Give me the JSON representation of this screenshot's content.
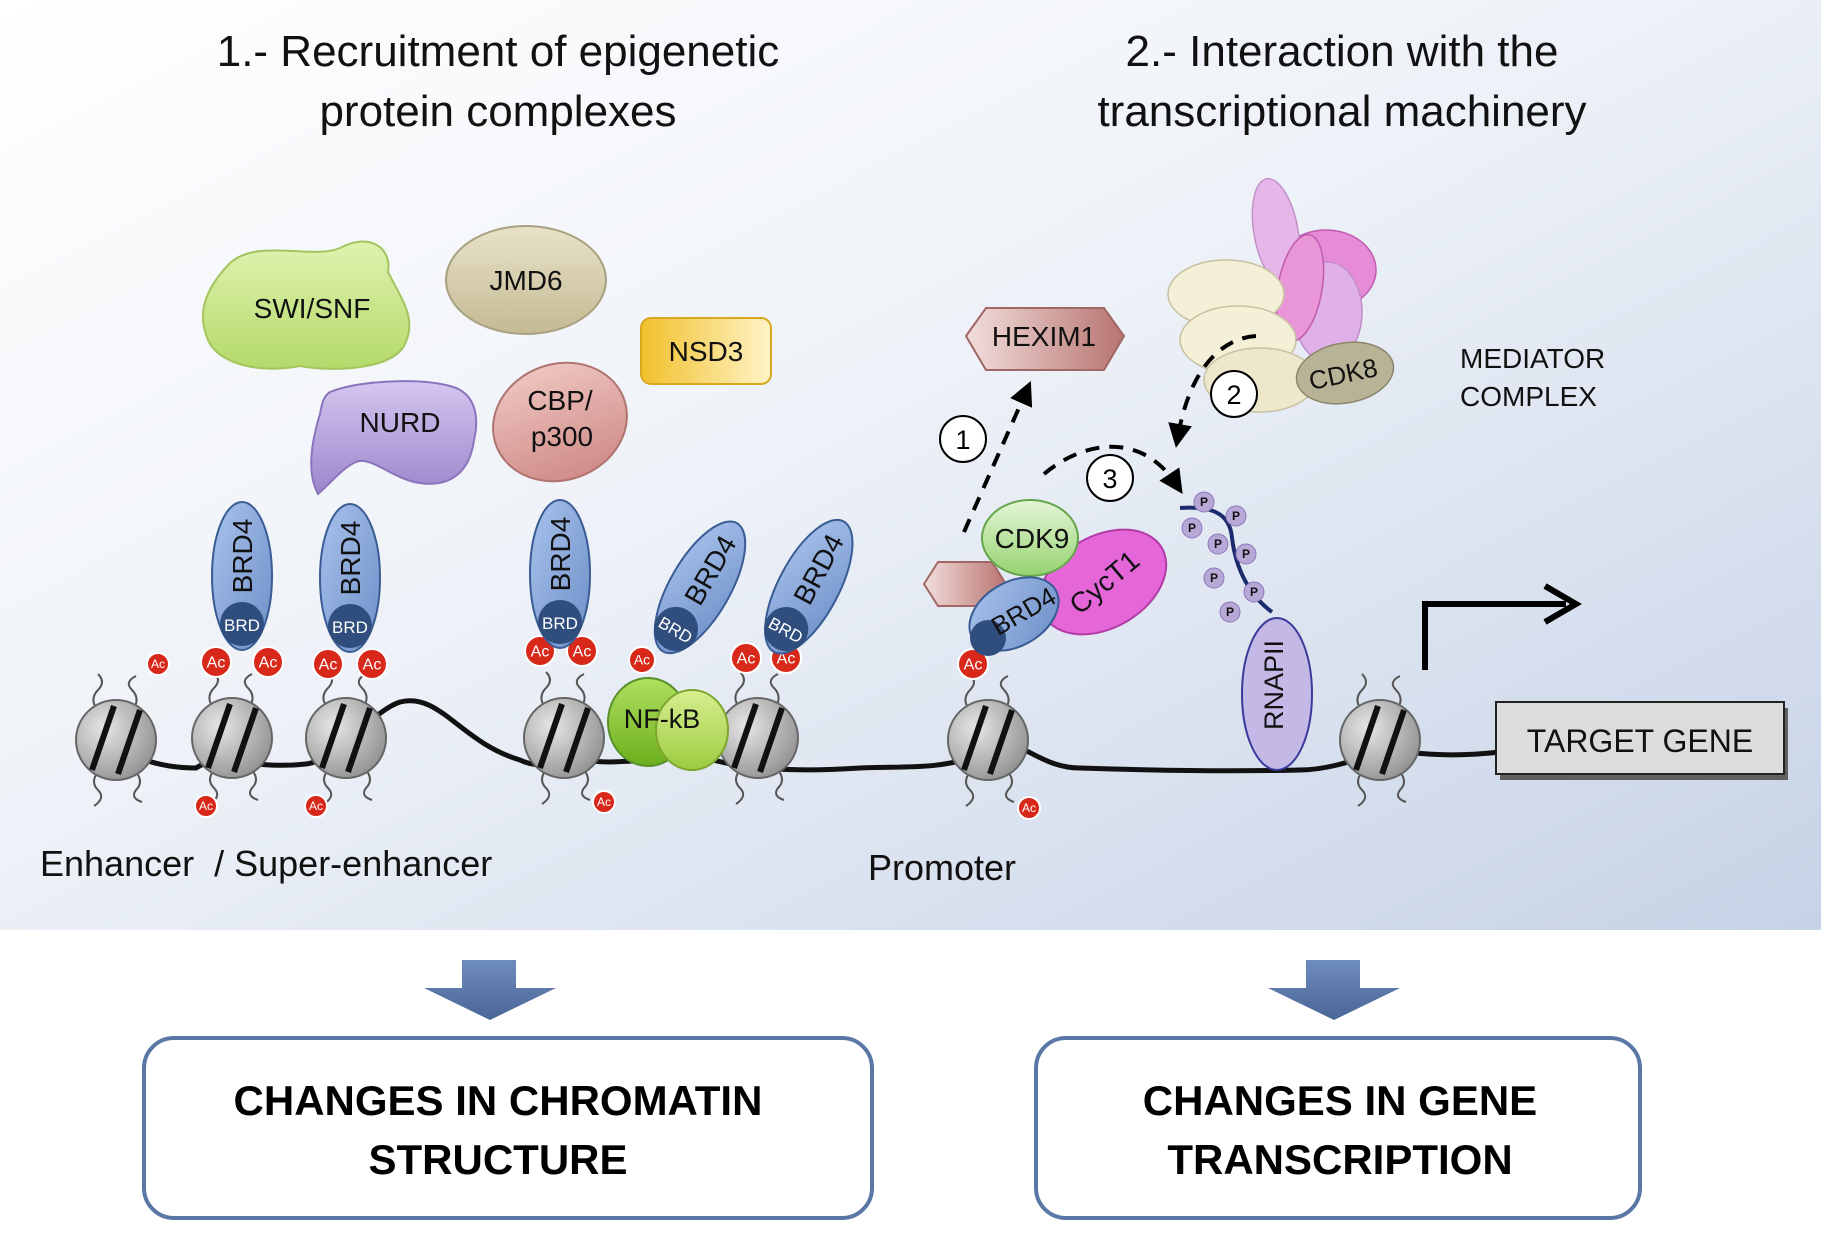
{
  "titles": {
    "left_line1": "1.- Recruitment of epigenetic",
    "left_line2": "protein complexes",
    "right_line1": "2.- Interaction with the",
    "right_line2": "transcriptional machinery"
  },
  "complexes": {
    "swisnf": "SWI/SNF",
    "jmd6": "JMD6",
    "nsd3": "NSD3",
    "nurd": "NURD",
    "cbp_line1": "CBP/",
    "cbp_line2": "p300"
  },
  "proteins": {
    "brd4": "BRD4",
    "brd": "BRD",
    "ac": "Ac",
    "nfkb": "NF-kB",
    "cdk9": "CDK9",
    "cyct1": "CycT1",
    "hexim1": "HEXIM1",
    "cdk8": "CDK8",
    "rnapii": "RNAPII",
    "p": "P"
  },
  "steps": {
    "step1": "1",
    "step2": "2",
    "step3": "3"
  },
  "labels": {
    "mediator_line1": "MEDIATOR",
    "mediator_line2": "COMPLEX",
    "enhancer": "Enhancer  / Super-enhancer",
    "promoter": "Promoter",
    "target_gene": "TARGET GENE"
  },
  "outcomes": {
    "chromatin_line1": "CHANGES IN CHROMATIN",
    "chromatin_line2": "STRUCTURE",
    "transcription_line1": "CHANGES IN GENE",
    "transcription_line2": "TRANSCRIPTION"
  },
  "colors": {
    "background_top": "#ffffff",
    "background_bottom": "#c6d2e6",
    "brd4_blue": "#8aa8dc",
    "brd_dark": "#2f4d7d",
    "acetyl_red": "#d8281a",
    "swisnf_green": "#c8e688",
    "jmd6_tan": "#d6ceae",
    "nsd3_yellow": "#f5c840",
    "nurd_purple": "#b6a2de",
    "cbp_pink": "#e0a8a4",
    "nfkb_green": "#8fcc34",
    "cdk9_green": "#bfe6a2",
    "cyct1_magenta": "#e466d8",
    "hexim1_rose": "#cc8c88",
    "rnapii_lavender": "#c4b8e6",
    "outcome_arrow": "#5877a8"
  }
}
